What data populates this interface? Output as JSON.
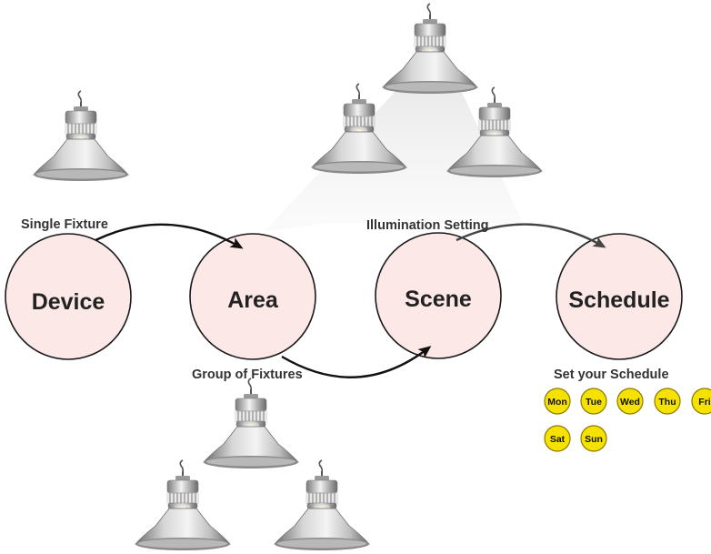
{
  "nodes": {
    "device": "Device",
    "area": "Area",
    "scene": "Scene",
    "schedule": "Schedule"
  },
  "captions": {
    "single_fixture": "Single Fixture",
    "group_of_fixtures": "Group of Fixtures",
    "illumination_setting": "Illumination Setting",
    "set_your_schedule": "Set your Schedule"
  },
  "days": [
    "Mon",
    "Tue",
    "Wed",
    "Thu",
    "Fri",
    "Sat",
    "Sun"
  ],
  "colors": {
    "node_fill": "#fde8e8",
    "node_stroke": "#1a1a1a",
    "day_fill": "#f5e200",
    "day_stroke": "#8a7a00",
    "arrow": "#111111"
  },
  "icons": {
    "fixture": "high-bay-light-fixture-icon"
  }
}
